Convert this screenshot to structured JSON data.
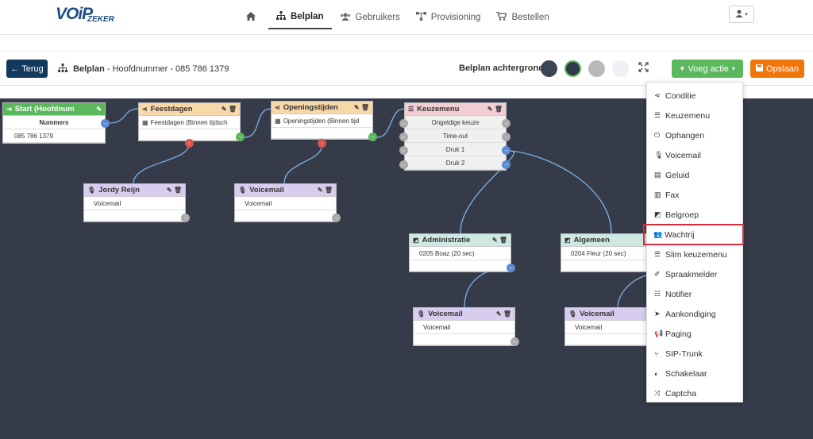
{
  "logo": {
    "main": "VOiP",
    "sub": "ZEKER"
  },
  "nav": {
    "home_icon": "home-icon",
    "items": [
      {
        "label": "Belplan",
        "icon": "sitemap-icon",
        "active": true
      },
      {
        "label": "Gebruikers",
        "icon": "users-icon"
      },
      {
        "label": "Provisioning",
        "icon": "network-icon"
      },
      {
        "label": "Bestellen",
        "icon": "cart-icon"
      }
    ]
  },
  "toolbar": {
    "back_label": "Terug",
    "crumb_title": "Belplan",
    "crumb_rest": " - Hoofdnummer - 085 786 1379",
    "bg_label": "Belplan achtergrond",
    "swatches": [
      "#3c4653",
      "#323a47",
      "#b9b9b9",
      "#eef0f4"
    ],
    "add_label": "Voeg actie",
    "save_label": "Opslaan"
  },
  "nodes": {
    "start": {
      "title": "Start (Hoofdnum",
      "row1": "Nummers",
      "row2": "085 786 1379",
      "color": "#5cb85c"
    },
    "feestdagen": {
      "title": "Feestdagen",
      "row1": "Feestdagen (Binnen tijdsch",
      "color": "#f8d7a8"
    },
    "openingstijden": {
      "title": "Openingstijden",
      "row1": "Openingstijden (Binnen tijd",
      "color": "#f8d7a8"
    },
    "keuzemenu": {
      "title": "Keuzemenu",
      "rows": [
        "Ongeldige keuze",
        "Time-out",
        "Druk 1",
        "Druk 2"
      ],
      "color": "#f2cdd3"
    },
    "jordy": {
      "title": "Jordy Reijn",
      "row1": "Voicemail",
      "color": "#d9cdef"
    },
    "voicemail1": {
      "title": "Voicemail",
      "row1": "Voicemail",
      "color": "#d9cdef"
    },
    "administratie": {
      "title": "Administratie",
      "row1": "0205 Boaz (20 sec)",
      "color": "#cfe8e3"
    },
    "algemeen": {
      "title": "Algemeen",
      "row1": "0204 Fleur (20 sec)",
      "color": "#cfe8e3"
    },
    "voicemail2": {
      "title": "Voicemail",
      "row1": "Voicemail",
      "color": "#d9cdef"
    },
    "voicemail3": {
      "title": "Voicemail",
      "row1": "Voicemail",
      "color": "#d9cdef"
    }
  },
  "dropdown": {
    "items": [
      {
        "label": "Conditie",
        "icon": "share-icon"
      },
      {
        "label": "Keuzemenu",
        "icon": "list-icon"
      },
      {
        "label": "Ophangen",
        "icon": "power-icon"
      },
      {
        "label": "Voicemail",
        "icon": "microphone-icon"
      },
      {
        "label": "Geluid",
        "icon": "file-audio-icon"
      },
      {
        "label": "Fax",
        "icon": "fax-icon"
      },
      {
        "label": "Belgroep",
        "icon": "group-icon"
      },
      {
        "label": "Wachtrij",
        "icon": "users-icon",
        "highlighted": true
      },
      {
        "label": "Slim keuzemenu",
        "icon": "list-icon"
      },
      {
        "label": "Spraakmelder",
        "icon": "pen-icon"
      },
      {
        "label": "Notifier",
        "icon": "list-ul-icon"
      },
      {
        "label": "Aankondiging",
        "icon": "send-icon"
      },
      {
        "label": "Paging",
        "icon": "bullhorn-icon"
      },
      {
        "label": "SIP-Trunk",
        "icon": "branch-icon"
      },
      {
        "label": "Schakelaar",
        "icon": "toggle-icon"
      },
      {
        "label": "Captcha",
        "icon": "shuffle-icon"
      }
    ],
    "highlight_color": "#d12d3d"
  }
}
